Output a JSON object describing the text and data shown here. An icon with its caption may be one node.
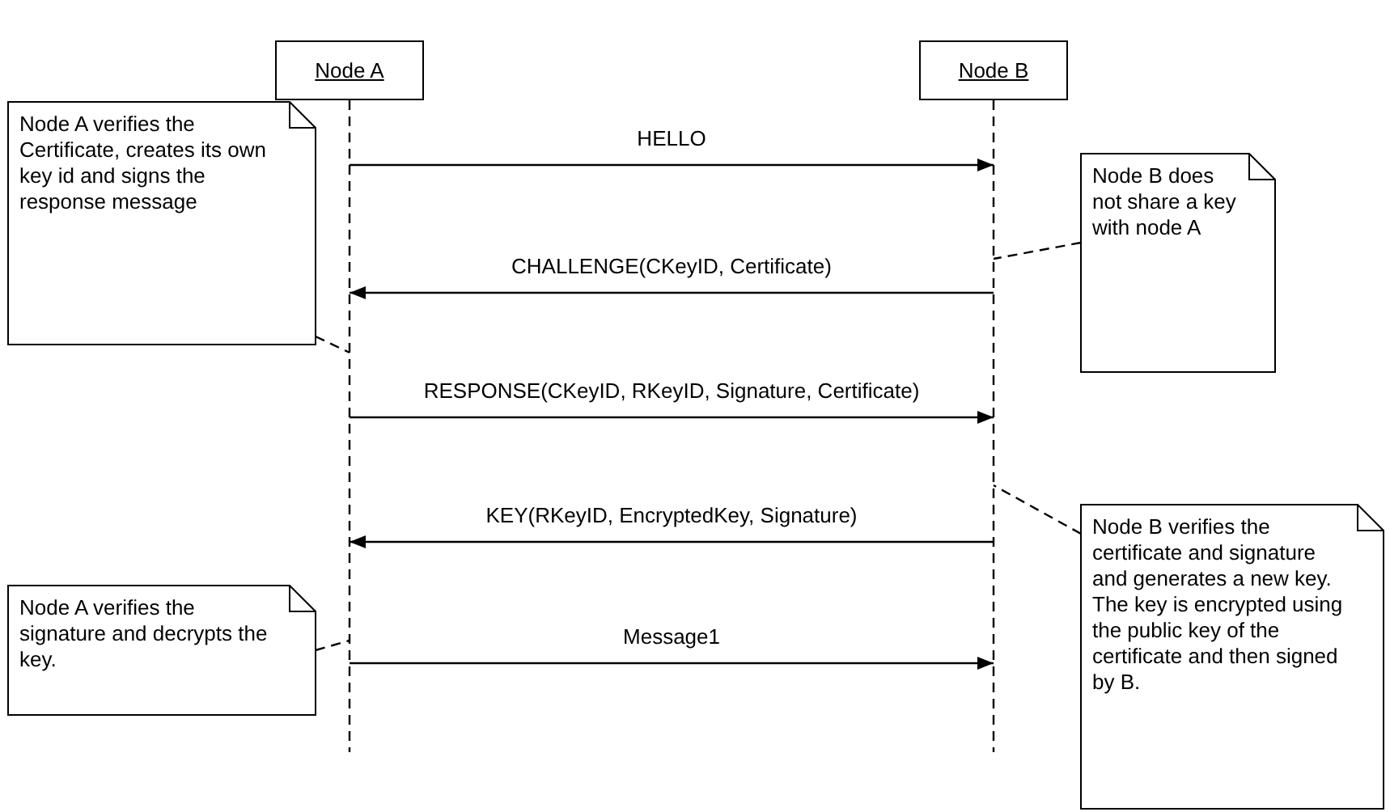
{
  "diagram": {
    "nodes": [
      {
        "text": [
          "Node A"
        ]
      },
      {
        "text": [
          "Node B"
        ]
      },
      {
        "text": [
          "Node A verifies the Certificate, creates its own key id and signs the response message"
        ]
      },
      {
        "text": [
          "Node B does not share a key with node A"
        ]
      },
      {
        "text": [
          "Node B verifies the certificate and signature and generates a new key. The key is encrypted using the public key of the certificate and then signed by B."
        ]
      },
      {
        "text": [
          "Node A verifies the signature and decrypts the key."
        ]
      }
    ],
    "edges": [
      {
        "from": 0,
        "to": 1,
        "arrow": "to",
        "label": "HELLO"
      },
      {
        "from": 1,
        "to": 0,
        "arrow": "to",
        "label": "CHALLENGE(CKeyID, Certificate)"
      },
      {
        "from": 0,
        "to": 1,
        "arrow": "to",
        "label": "RESPONSE(CKeyID, RKeyID, Signature, Certificate)"
      },
      {
        "from": 1,
        "to": 0,
        "arrow": "to",
        "label": "KEY(RKeyID, EncryptedKey, Signature)"
      },
      {
        "from": 0,
        "to": 1,
        "arrow": "to",
        "label": "Message1"
      },
      {
        "from": 2,
        "to": 0,
        "arrow": "none",
        "style": "dashed"
      },
      {
        "from": 3,
        "to": 1,
        "arrow": "none",
        "style": "dashed"
      },
      {
        "from": 4,
        "to": 1,
        "arrow": "none",
        "style": "dashed"
      },
      {
        "from": 5,
        "to": 0,
        "arrow": "none",
        "style": "dashed"
      }
    ]
  }
}
